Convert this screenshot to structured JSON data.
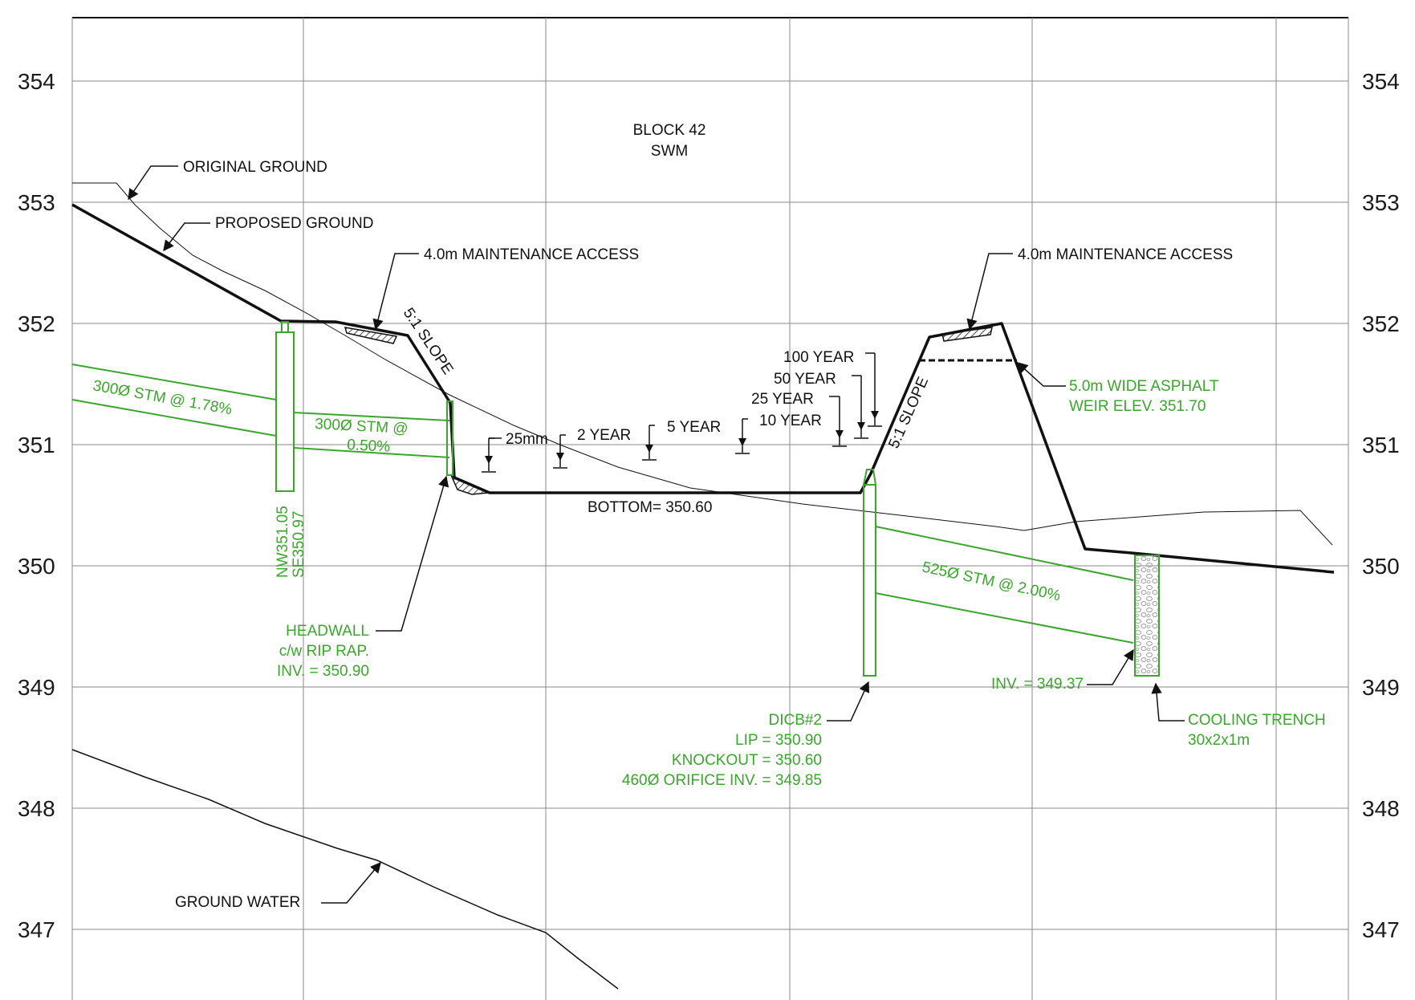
{
  "title": {
    "line1": "BLOCK 42",
    "line2": "SWM"
  },
  "elevations": [
    "354",
    "353",
    "352",
    "351",
    "350",
    "349",
    "348",
    "347"
  ],
  "labels": {
    "original_ground": "ORIGINAL GROUND",
    "proposed_ground": "PROPOSED GROUND",
    "maintenance_left": "4.0m MAINTENANCE ACCESS",
    "maintenance_right": "4.0m MAINTENANCE ACCESS",
    "slope_left": "5:1 SLOPE",
    "slope_right": "5:1 SLOPE",
    "bottom": "BOTTOM= 350.60",
    "ground_water": "GROUND WATER",
    "wl_25mm": "25mm",
    "wl_2yr": "2 YEAR",
    "wl_5yr": "5 YEAR",
    "wl_10yr": "10 YEAR",
    "wl_25yr": "25 YEAR",
    "wl_50yr": "50 YEAR",
    "wl_100yr": "100 YEAR"
  },
  "green_labels": {
    "stm_left": "300Ø  STM @ 1.78%",
    "stm_mid_1": "300Ø  STM @",
    "stm_mid_2": "0.50%",
    "mh_nw": "NW351.05",
    "mh_se": "SE350.97",
    "headwall_1": "HEADWALL",
    "headwall_2": "c/w RIP RAP.",
    "headwall_3": "INV. = 350.90",
    "weir_1": "5.0m WIDE ASPHALT",
    "weir_2": "WEIR ELEV. 351.70",
    "stm_right": "525Ø  STM @ 2.00%",
    "inv_right": "INV. = 349.37",
    "cooling_1": "COOLING TRENCH",
    "cooling_2": "30x2x1m",
    "dicb_1": "DICB#2",
    "dicb_2": "LIP = 350.90",
    "dicb_3": "KNOCKOUT = 350.60",
    "dicb_4": "460Ø ORIFICE INV. = 349.85"
  },
  "colors": {
    "linework": "#111111",
    "storm": "#3aa62c",
    "grid": "#8a8a8a"
  }
}
